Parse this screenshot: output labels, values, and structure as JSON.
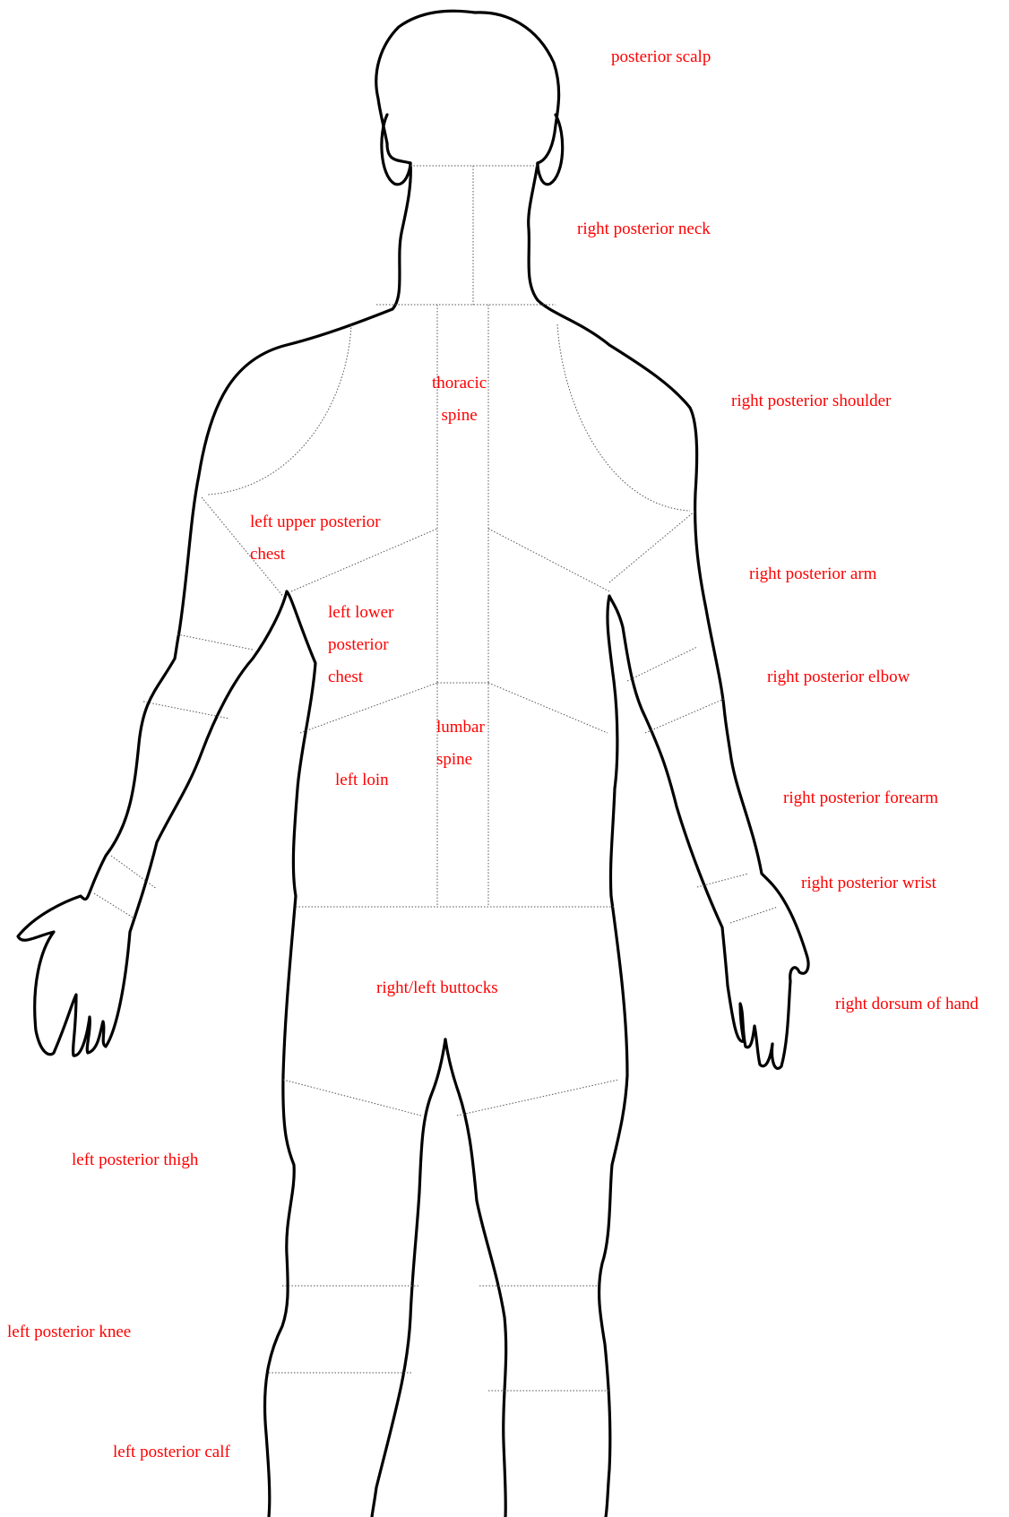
{
  "colors": {
    "label": "#ff0000",
    "outline": "#000000",
    "divider": "#555555"
  },
  "regions": {
    "posterior_scalp": "posterior scalp",
    "right_posterior_neck": "right posterior neck",
    "thoracic_spine": [
      "thoracic",
      "spine"
    ],
    "right_posterior_shoulder": "right posterior shoulder",
    "left_upper_posterior_chest": [
      "left upper posterior",
      "chest"
    ],
    "right_posterior_arm": "right posterior arm",
    "left_lower_posterior_chest": [
      "left lower",
      "posterior",
      "chest"
    ],
    "right_posterior_elbow": "right posterior elbow",
    "lumbar_spine": [
      "lumbar",
      "spine"
    ],
    "left_loin": "left loin",
    "right_posterior_forearm": "right posterior forearm",
    "right_posterior_wrist": "right posterior wrist",
    "right_left_buttocks": "right/left buttocks",
    "right_dorsum_of_hand": "right dorsum of hand",
    "left_posterior_thigh": "left posterior thigh",
    "left_posterior_knee": "left posterior knee",
    "left_posterior_calf": "left posterior calf"
  }
}
